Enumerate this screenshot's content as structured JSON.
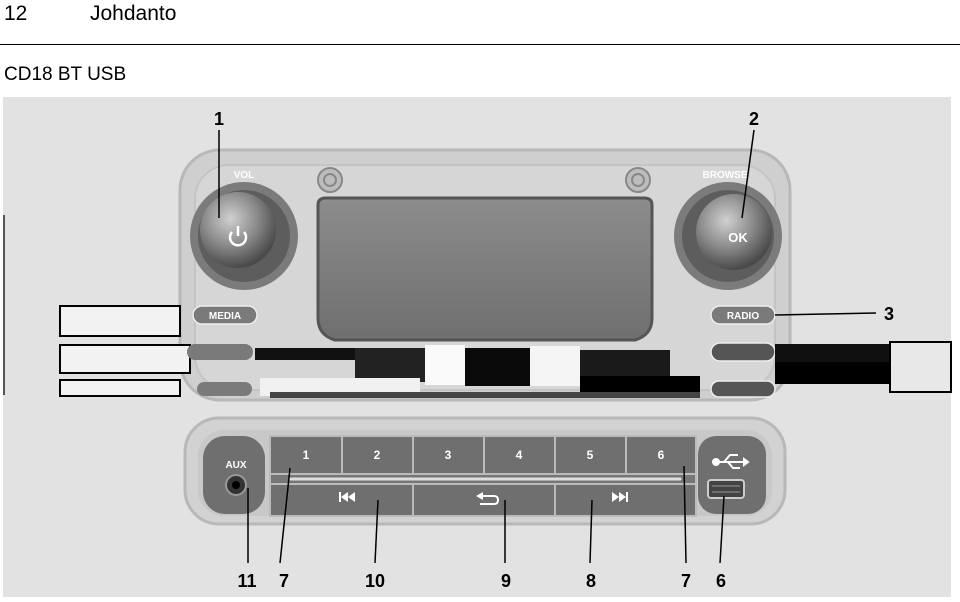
{
  "header": {
    "page_number": "12",
    "chapter": "Johdanto"
  },
  "section_title": "CD18 BT USB",
  "panel": {
    "vol": "VOL",
    "browse": "BROWSE",
    "ok": "OK",
    "media": "MEDIA",
    "radio": "RADIO",
    "aux": "AUX",
    "presets": [
      "1",
      "2",
      "3",
      "4",
      "5",
      "6"
    ]
  },
  "callouts": {
    "c1": "1",
    "c2": "2",
    "c3": "3",
    "c6": "6",
    "c7a": "7",
    "c7b": "7",
    "c8": "8",
    "c9": "9",
    "c10": "10",
    "c11": "11"
  }
}
